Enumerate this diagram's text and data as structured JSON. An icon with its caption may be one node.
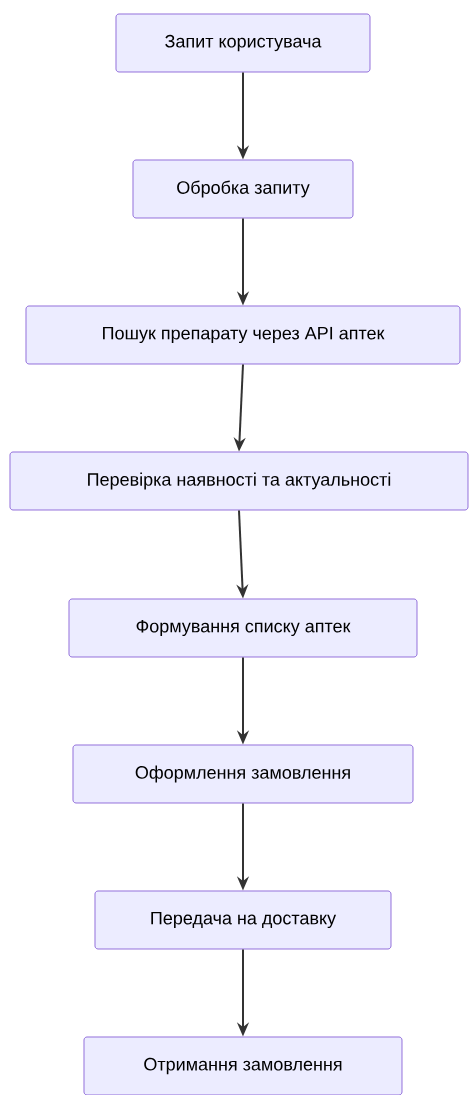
{
  "diagram": {
    "nodes": [
      {
        "text": [
          "Запит користувача"
        ]
      },
      {
        "text": [
          "Обробка запиту"
        ]
      },
      {
        "text": [
          "Пошук препарату через API аптек"
        ]
      },
      {
        "text": [
          "Перевірка наявності та актуальності"
        ]
      },
      {
        "text": [
          "Формування списку аптек"
        ]
      },
      {
        "text": [
          "Оформлення замовлення"
        ]
      },
      {
        "text": [
          "Передача на доставку"
        ]
      },
      {
        "text": [
          "Отримання замовлення"
        ]
      }
    ],
    "edges": [
      {
        "from": 0,
        "to": 1,
        "arrow": "to"
      },
      {
        "from": 1,
        "to": 2,
        "arrow": "to"
      },
      {
        "from": 2,
        "to": 3,
        "arrow": "to"
      },
      {
        "from": 3,
        "to": 4,
        "arrow": "to"
      },
      {
        "from": 4,
        "to": 5,
        "arrow": "to"
      },
      {
        "from": 5,
        "to": 6,
        "arrow": "to"
      },
      {
        "from": 6,
        "to": 7,
        "arrow": "to"
      }
    ]
  }
}
